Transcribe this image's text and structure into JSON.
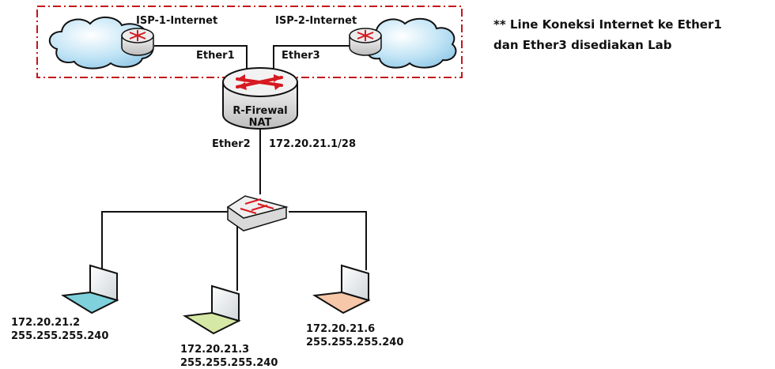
{
  "isp1": {
    "label": "ISP-1-Internet"
  },
  "isp2": {
    "label": "ISP-2-Internet"
  },
  "ports": {
    "ether1": "Ether1",
    "ether2": "Ether2",
    "ether3": "Ether3"
  },
  "router": {
    "line1": "R-Firewal",
    "line2": "NAT",
    "ip": "172.20.21.1/28"
  },
  "note": {
    "line1": "** Line Koneksi Internet ke Ether1",
    "line2": "dan Ether3 disediakan Lab"
  },
  "hosts": [
    {
      "ip": "172.20.21.2",
      "mask": "255.255.255.240",
      "color": "#7fd1dc"
    },
    {
      "ip": "172.20.21.3",
      "mask": "255.255.255.240",
      "color": "#d6e8a5"
    },
    {
      "ip": "172.20.21.6",
      "mask": "255.255.255.240",
      "color": "#f6c7a8"
    }
  ],
  "colors": {
    "boundary": "#c4161c",
    "cloud": "#bfe3f5",
    "router_arrow": "#d71920"
  }
}
